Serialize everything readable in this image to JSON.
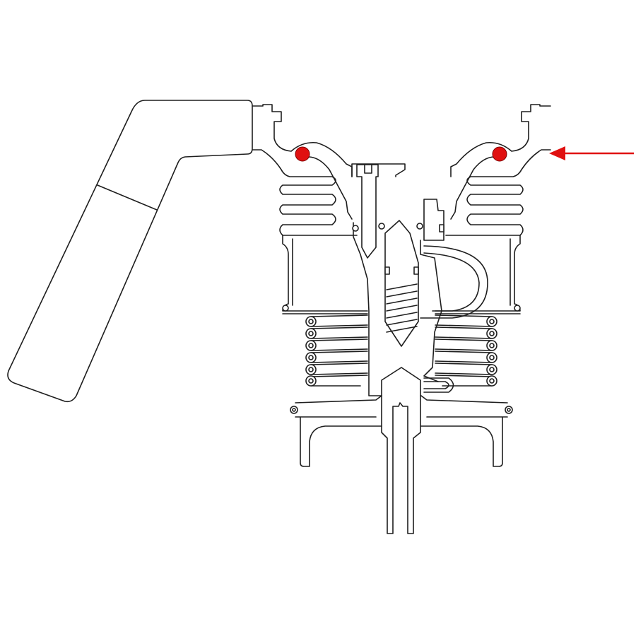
{
  "diagram": {
    "subject": "valve-assembly-cross-section",
    "colors": {
      "line": "#1e1e1e",
      "highlight": "#e01010",
      "arrow": "#e01010",
      "background": "#ffffff"
    },
    "highlighted_parts": [
      "o-ring-left",
      "o-ring-right"
    ],
    "coil_turns_per_side": 6
  }
}
